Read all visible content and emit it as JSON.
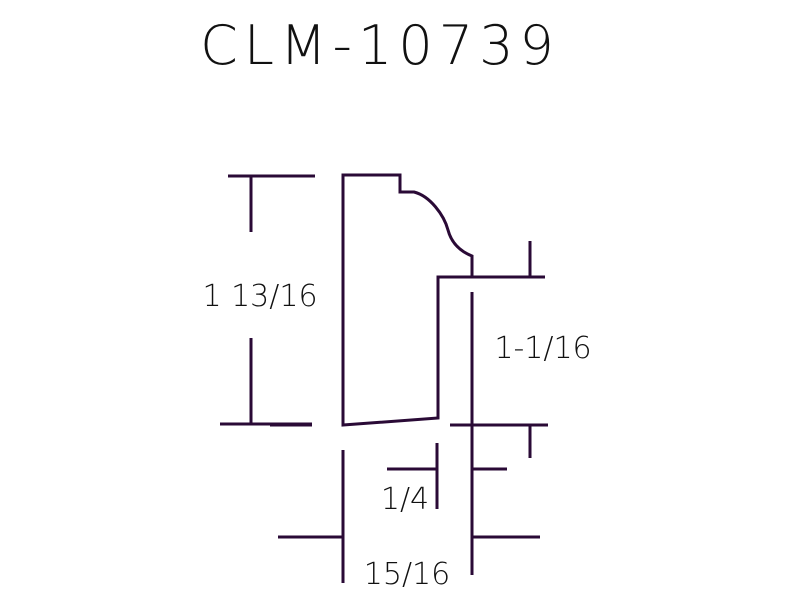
{
  "title": "CLM-10739",
  "dimensions": {
    "height_total": "1 13/16",
    "height_right": "1-1/16",
    "step_width": "1/4",
    "width_total": "15/16"
  },
  "colors": {
    "line": "#2a0a36",
    "text": "#111111"
  }
}
